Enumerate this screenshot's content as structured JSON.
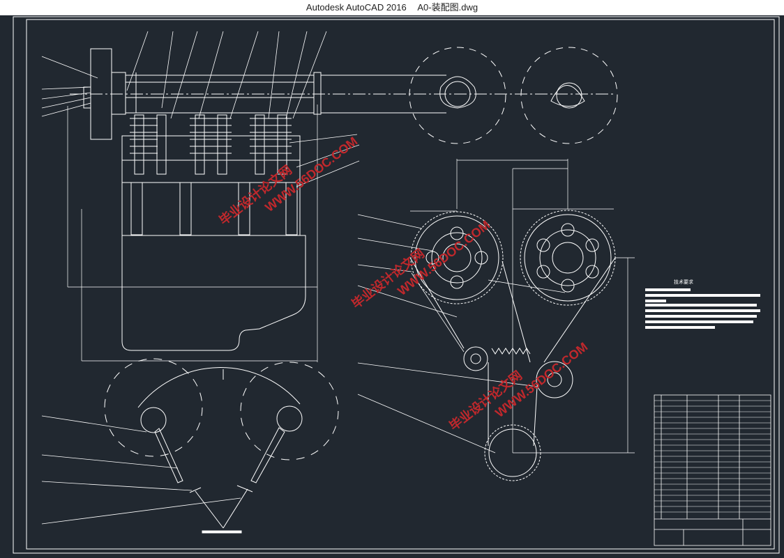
{
  "window": {
    "app_title": "Autodesk AutoCAD 2016",
    "file_name": "A0-装配图.dwg"
  },
  "drawing": {
    "tech_requirements_heading": "技术要求",
    "watermark_url": "WWW.56DOC.COM",
    "watermark_site": "毕业设计论文网"
  },
  "colors": {
    "background": "#212830",
    "line": "#ffffff",
    "watermark": "#c0282c",
    "titlebar": "#ffffff"
  }
}
